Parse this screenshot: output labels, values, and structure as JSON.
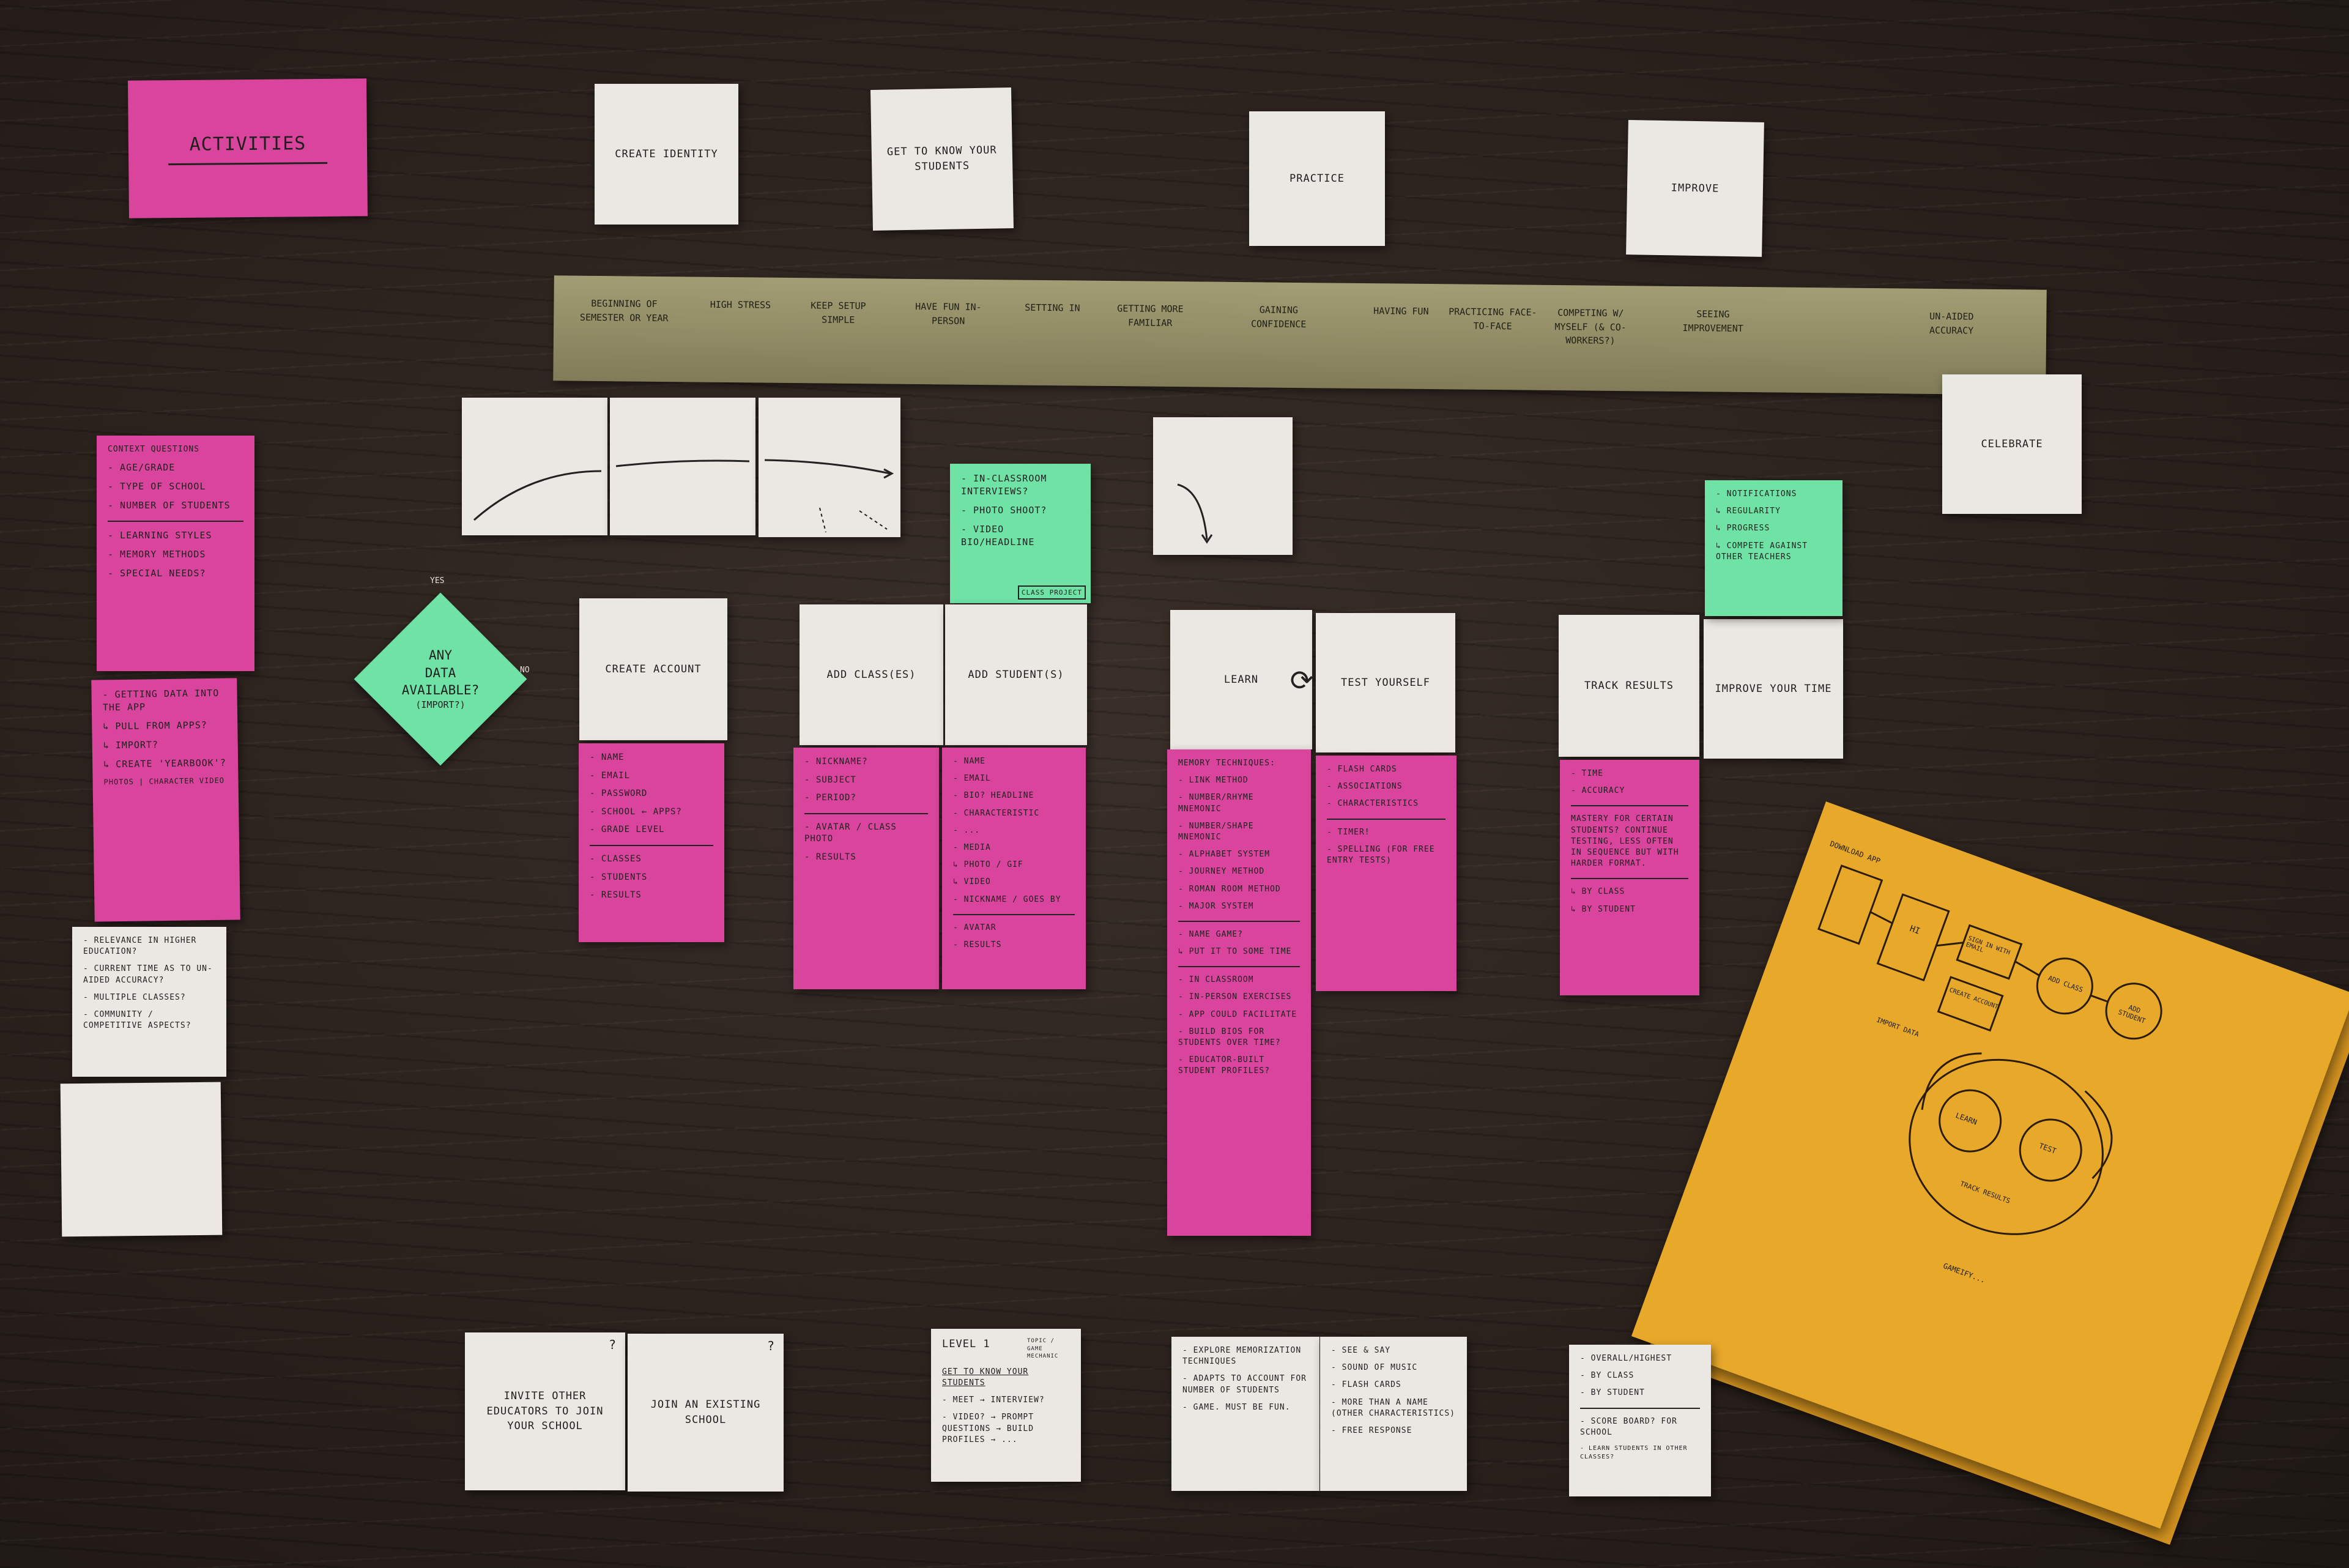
{
  "header_notes": {
    "activities": "Activities",
    "create_identity": "Create Identity",
    "get_to_know": "Get to know your students",
    "practice": "Practice",
    "improve": "Improve",
    "celebrate": "Celebrate"
  },
  "strip_phases": [
    "Beginning of semester or year",
    "High stress",
    "Keep setup simple",
    "Have fun in-person",
    "Setting in",
    "Getting more familiar",
    "Gaining confidence",
    "Having fun",
    "Practicing face-to-face",
    "Competing w/ myself (& co-workers?)",
    "Seeing improvement",
    "Un-aided accuracy"
  ],
  "left_column": {
    "context_questions": {
      "title": "Context questions",
      "items": [
        "- Age/Grade",
        "- Type of school",
        "- Number of students",
        "- Learning styles",
        "- Memory methods",
        "- Special needs?"
      ]
    },
    "getting_data": {
      "items": [
        "- Getting data into the app",
        "↳ Pull from apps?",
        "↳ Import?",
        "↳ Create 'yearbook'?",
        "Photos | Character video"
      ]
    },
    "relevance": {
      "items": [
        "- Relevance in higher education?",
        "- Current time as to un-aided accuracy?",
        "- Multiple classes?",
        "- Community / competitive aspects?"
      ]
    }
  },
  "decision": {
    "text_1": "Any",
    "text_2": "data",
    "text_3": "available?",
    "text_4": "(import?)",
    "yes": "Yes",
    "no": "No"
  },
  "in_classroom": {
    "items": [
      "- In-classroom interviews?",
      "- Photo shoot?",
      "- Video bio/headline"
    ],
    "tag": "Class project"
  },
  "steps": {
    "create_account": "Create Account",
    "add_class": "Add class(es)",
    "add_student": "Add student(s)",
    "learn": "Learn",
    "test_yourself": "Test yourself",
    "track_results": "Track results",
    "improve_your_time": "Improve your time"
  },
  "notifications": {
    "items": [
      "- Notifications",
      "↳ Regularity",
      "↳ Progress",
      "↳ Compete against other teachers"
    ]
  },
  "details": {
    "create_account": {
      "items": [
        "- Name",
        "- Email",
        "- Password",
        "- School ← Apps?",
        "- Grade level"
      ],
      "items2": [
        "- Classes",
        "- Students",
        "- Results"
      ]
    },
    "add_class": {
      "items": [
        "- Nickname?",
        "- Subject",
        "- Period?"
      ],
      "items2": [
        "- Avatar / Class photo",
        "- Results"
      ]
    },
    "add_student": {
      "items": [
        "- Name",
        "- Email",
        "- Bio? Headline",
        "- Characteristic",
        "- ..."
      ],
      "items2": [
        "- Media",
        "↳ Photo / GIF",
        "↳ Video",
        "- Nickname / Goes by"
      ],
      "items3": [
        "- Avatar",
        "- Results"
      ]
    },
    "learn": {
      "items": [
        "Memory techniques:",
        "- Link method",
        "- Number/Rhyme mnemonic",
        "- Number/Shape mnemonic",
        "- Alphabet system",
        "- Journey method",
        "- Roman room method",
        "- Major system"
      ],
      "items2": [
        "- Name game?",
        "↳ Put it to some time"
      ],
      "items3": [
        "- In classroom",
        "- In-person exercises",
        "- App could facilitate",
        "- Build bios for students over time?",
        "- Educator-built student profiles?"
      ]
    },
    "test_yourself": {
      "items": [
        "- Flash cards",
        "- Associations",
        "- Characteristics"
      ],
      "items2": [
        "- Timer!",
        "- Spelling (for free entry tests)"
      ]
    },
    "track_results": {
      "items": [
        "- Time",
        "- Accuracy"
      ],
      "items2": [
        "Mastery for certain students? Continue testing, less often in sequence but with harder format."
      ],
      "items3": [
        "↳ By class",
        "↳ By student"
      ]
    }
  },
  "bottom_notes": {
    "invite": "Invite other educators to join your school",
    "join": "Join an existing school",
    "level": {
      "title": "Level 1",
      "side": "Topic / Game mechanic",
      "subtitle": "Get to know your students",
      "items": [
        "- Meet → Interview?",
        "- Video? → Prompt questions → Build profiles → ..."
      ]
    },
    "explore": {
      "items": [
        "- Explore memorization techniques",
        "- Adapts to account for number of students",
        "- Game. Must be fun."
      ]
    },
    "see_say": {
      "items": [
        "- See & say",
        "- Sound of music",
        "- Flash cards",
        "- More than a name (other characteristics)",
        "- Free response"
      ]
    },
    "overall": {
      "items": [
        "- Overall/Highest",
        "- By class",
        "- By student",
        "- Score board? For school",
        "- Learn students in other classes?"
      ]
    }
  },
  "sketch": {
    "labels": [
      "Download app",
      "Hi",
      "Sign in with email",
      "Create account",
      "Add class",
      "Add student",
      "Import data",
      "Learn",
      "Test",
      "Track results",
      "Gameify..."
    ]
  },
  "colors": {
    "pink": "#d9459c",
    "white": "#ebe7e3",
    "green": "#6fe3a6",
    "strip": "#8f8a63",
    "orange": "#e8a82a",
    "table": "#2b221d"
  }
}
